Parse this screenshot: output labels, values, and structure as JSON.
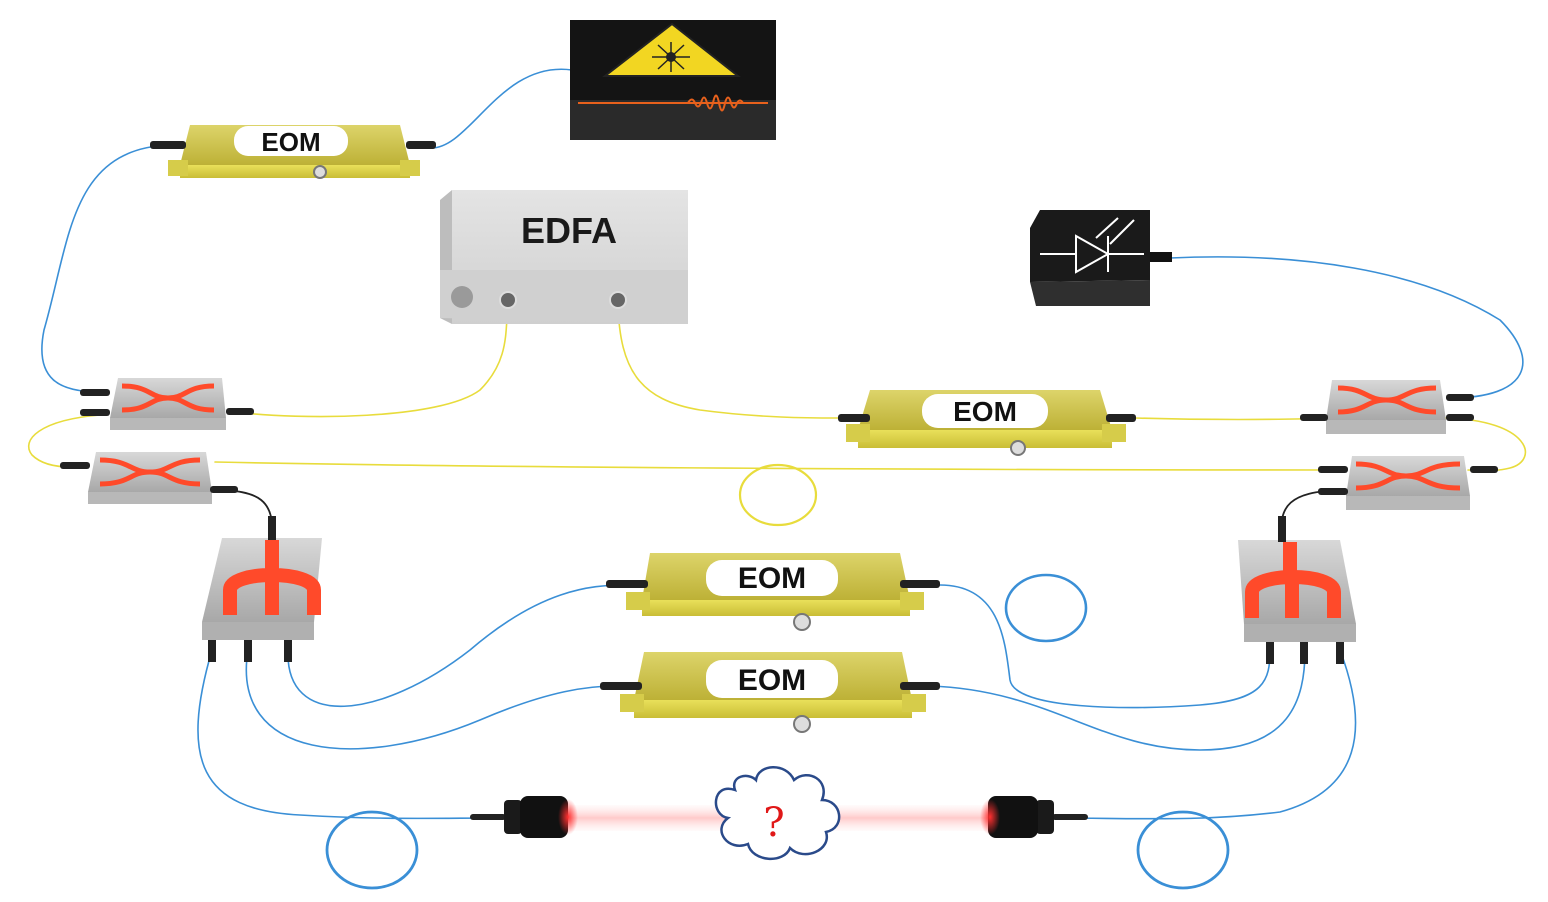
{
  "labels": {
    "edfa": "EDFA",
    "eom_top": "EOM",
    "eom_middle": "EOM",
    "eom_lower1": "EOM",
    "eom_lower2": "EOM",
    "unknown": "?"
  },
  "colors": {
    "fiber_blue": "#3a8fd6",
    "fiber_yellow": "#e8dc3c",
    "eom_gold": "#cfc53c",
    "coupler_red": "#ff4a2a",
    "laser_warning": "#f2d622",
    "pulse_orange": "#e8611c",
    "question_red": "#e01818",
    "cloud_outline": "#2a4a8a"
  },
  "icons": [
    "laser-warning-icon",
    "photodiode-icon",
    "optical-pulse-icon",
    "cloud-icon"
  ]
}
